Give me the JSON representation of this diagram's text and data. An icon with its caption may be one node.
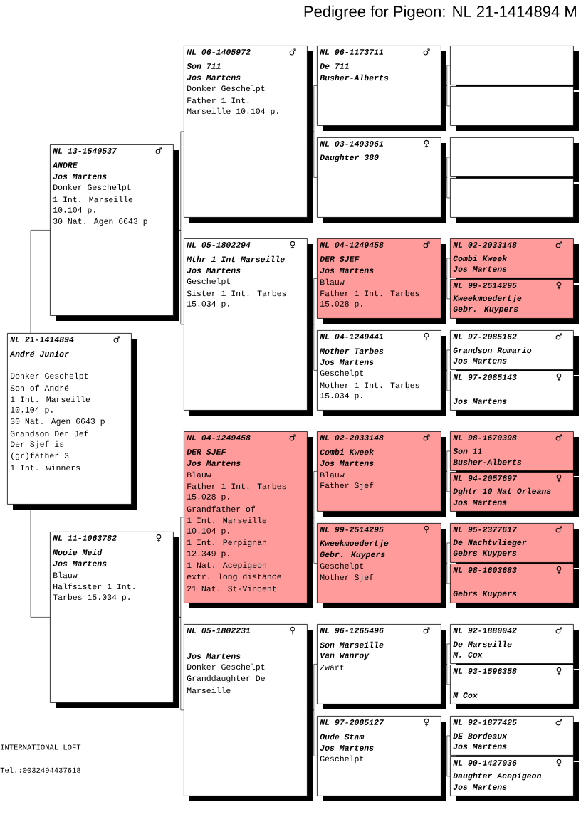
{
  "diagram": {
    "title": "Pedigree for Pigeon: NL 21-1414894 M",
    "nodes": [
      {
        "text": [
          "NL 21-1414894",
          "♂",
          "André Junior",
          "Donker Geschelpt",
          "Son of André",
          "1 Int. Marseille",
          "10.104 p.",
          "30 Nat. Agen 6643 p",
          "Grandson Der Jef",
          "Der Sjef is",
          "(gr)father 3",
          "1 Int. winners"
        ]
      },
      {
        "text": [
          "NL 13-1540537",
          "♂",
          "ANDRE",
          "Jos Martens",
          "Donker Geschelpt",
          "1 Int. Marseille",
          "10.104 p.",
          "30 Nat. Agen 6643 p"
        ]
      },
      {
        "text": [
          "NL 11-1063782",
          "♀",
          "Mooie Meid",
          "Jos Martens",
          "Blauw",
          "Halfsister 1 Int.",
          "Tarbes 15.034 p."
        ]
      },
      {
        "text": [
          "NL 06-1405972",
          "♂",
          "Son 711",
          "Jos Martens",
          "Donker Geschelpt",
          "Father 1 Int.",
          "Marseille 10.104 p."
        ]
      },
      {
        "text": [
          "NL 05-1802294",
          "♀",
          "Mthr 1 Int Marseille",
          "Jos Martens",
          "Geschelpt",
          "Sister 1 Int. Tarbes",
          "15.034 p."
        ]
      },
      {
        "text": [
          "NL 04-1249458",
          "♂",
          "DER SJEF",
          "Jos Martens",
          "Blauw",
          "Father 1 Int. Tarbes",
          "15.028 p.",
          "Grandfather of",
          "1 Int. Marseille",
          "10.104 p.",
          "1 Int. Perpignan",
          "12.349 p.",
          "1 Nat. Acepigeon",
          "extr. long distance",
          "21 Nat. St-Vincent"
        ]
      },
      {
        "text": [
          "NL 05-1802231",
          "♀",
          "Jos Martens",
          "Donker Geschelpt",
          "Granddaughter De",
          "Marseille"
        ]
      },
      {
        "text": [
          "NL 96-1173711",
          "♂",
          "De 711",
          "Busher-Alberts"
        ]
      },
      {
        "text": [
          "NL 03-1493961",
          "♀",
          "Daughter 380"
        ]
      },
      {
        "text": [
          "NL 04-1249458",
          "♂",
          "DER SJEF",
          "Jos Martens",
          "Blauw",
          "Father 1 Int. Tarbes",
          "15.028 p."
        ]
      },
      {
        "text": [
          "NL 04-1249441",
          "♀",
          "Mother Tarbes",
          "Jos Martens",
          "Geschelpt",
          "Mother 1 Int. Tarbes",
          "15.034 p."
        ]
      },
      {
        "text": [
          "NL 02-2033148",
          "♂",
          "Combi Kweek",
          "Jos Martens",
          "Blauw",
          "Father Sjef"
        ]
      },
      {
        "text": [
          "NL 99-2514295",
          "♀",
          "Kweekmoedertje",
          "Gebr. Kuypers",
          "Geschelpt",
          "Mother Sjef"
        ]
      },
      {
        "text": [
          "NL 96-1265496",
          "♂",
          "Son Marseille",
          "Van Wanroy",
          "Zwart"
        ]
      },
      {
        "text": [
          "NL 97-2085127",
          "♀",
          "Oude Stam",
          "Jos Martens",
          "Geschelpt"
        ]
      },
      {
        "text": [],
        "shape": "box"
      },
      {
        "text": [],
        "shape": "box"
      },
      {
        "text": [],
        "shape": "box"
      },
      {
        "text": [],
        "shape": "box"
      },
      {
        "text": [
          "NL 02-2033148",
          "♂",
          "Combi Kweek",
          "Jos Martens"
        ]
      },
      {
        "text": [
          "NL 99-2514295",
          "♀",
          "Kweekmoedertje",
          "Gebr. Kuypers"
        ]
      },
      {
        "text": [
          "NL 97-2085162",
          "♂",
          "Grandson Romario",
          "Jos Martens"
        ]
      },
      {
        "text": [
          "NL 97-2085143",
          "♀",
          "Jos Martens"
        ]
      },
      {
        "text": [
          "NL 98-1670398",
          "♂",
          "Son 11",
          "Busher-Alberts"
        ]
      },
      {
        "text": [
          "NL 94-2057697",
          "♀",
          "Dghtr 10 Nat Orleans",
          "Jos Martens"
        ]
      },
      {
        "text": [
          "NL 95-2377617",
          "♂",
          "De Nachtvlieger",
          "Gebrs Kuypers"
        ]
      },
      {
        "text": [
          "NL 98-1603683",
          "♀",
          "Gebrs Kuypers"
        ]
      },
      {
        "text": [
          "NL 92-1880042",
          "♂",
          "De Marseille",
          "M. Cox"
        ]
      },
      {
        "text": [
          "NL 93-1596358",
          "♀",
          "M Cox"
        ]
      },
      {
        "text": [
          "NL 92-1877425",
          "♂",
          "DE Bordeaux",
          "Jos Martens"
        ]
      },
      {
        "text": [
          "NL 90-1427036",
          "♀",
          "Daughter Acepigeon",
          "Jos Martens"
        ]
      }
    ],
    "edges": [
      {
        "from": 0,
        "to": 1,
        "arrow": "none"
      },
      {
        "from": 0,
        "to": 2,
        "arrow": "none"
      },
      {
        "from": 1,
        "to": 3,
        "arrow": "none"
      },
      {
        "from": 1,
        "to": 4,
        "arrow": "none"
      },
      {
        "from": 2,
        "to": 5,
        "arrow": "none"
      },
      {
        "from": 2,
        "to": 6,
        "arrow": "none"
      },
      {
        "from": 3,
        "to": 7,
        "arrow": "none"
      },
      {
        "from": 3,
        "to": 8,
        "arrow": "none"
      },
      {
        "from": 4,
        "to": 9,
        "arrow": "none"
      },
      {
        "from": 4,
        "to": 10,
        "arrow": "none"
      },
      {
        "from": 5,
        "to": 11,
        "arrow": "none"
      },
      {
        "from": 5,
        "to": 12,
        "arrow": "none"
      },
      {
        "from": 6,
        "to": 13,
        "arrow": "none"
      },
      {
        "from": 6,
        "to": 14,
        "arrow": "none"
      },
      {
        "from": 7,
        "to": 15,
        "arrow": "none"
      },
      {
        "from": 7,
        "to": 16,
        "arrow": "none"
      },
      {
        "from": 8,
        "to": 17,
        "arrow": "none"
      },
      {
        "from": 8,
        "to": 18,
        "arrow": "none"
      },
      {
        "from": 9,
        "to": 19,
        "arrow": "none"
      },
      {
        "from": 9,
        "to": 20,
        "arrow": "none"
      },
      {
        "from": 10,
        "to": 21,
        "arrow": "none"
      },
      {
        "from": 10,
        "to": 22,
        "arrow": "none"
      },
      {
        "from": 11,
        "to": 23,
        "arrow": "none"
      },
      {
        "from": 11,
        "to": 24,
        "arrow": "none"
      },
      {
        "from": 12,
        "to": 25,
        "arrow": "none"
      },
      {
        "from": 12,
        "to": 26,
        "arrow": "none"
      },
      {
        "from": 13,
        "to": 27,
        "arrow": "none"
      },
      {
        "from": 13,
        "to": 28,
        "arrow": "none"
      },
      {
        "from": 14,
        "to": 29,
        "arrow": "none"
      },
      {
        "from": 14,
        "to": 30,
        "arrow": "none"
      }
    ],
    "labels": [
      "INTERNATIONAL LOFT",
      "Tel.:0032494437618"
    ]
  }
}
